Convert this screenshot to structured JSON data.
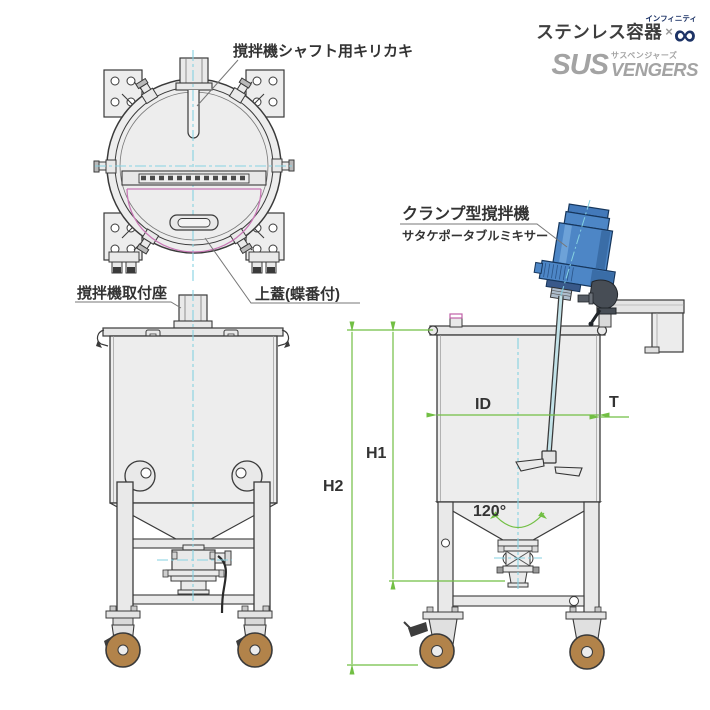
{
  "logo": {
    "brand_jp": "ステンレス容器",
    "times": "×",
    "infinity": "∞",
    "infinity_ruby": "インフィニティ",
    "sus": "SUS",
    "vengers": "VENGERS",
    "vengers_ruby": "サスペンジャーズ"
  },
  "callouts": {
    "shaft_notch": "撹拌機シャフト用キリカキ",
    "mixer_mount": "撹拌機取付座",
    "top_lid": "上蓋(蝶番付)",
    "clamp_mixer": "クランプ型撹拌機",
    "clamp_mixer_sub": "サタケポータブルミキサー"
  },
  "dimensions": {
    "inner_diameter": "ID",
    "thickness": "T",
    "height1": "H1",
    "height2": "H2",
    "cone_angle": "120°"
  },
  "colors": {
    "dimension_green": "#72bf44",
    "centerline_cyan": "#86d2e2",
    "lid_pink": "#c777b5",
    "mixer_blue": "#4d86c6",
    "wheel_brown": "#b2834a",
    "logo_navy": "#1d3366",
    "logo_gray": "#a3a3a3",
    "line_dark": "#3a3a3a"
  }
}
